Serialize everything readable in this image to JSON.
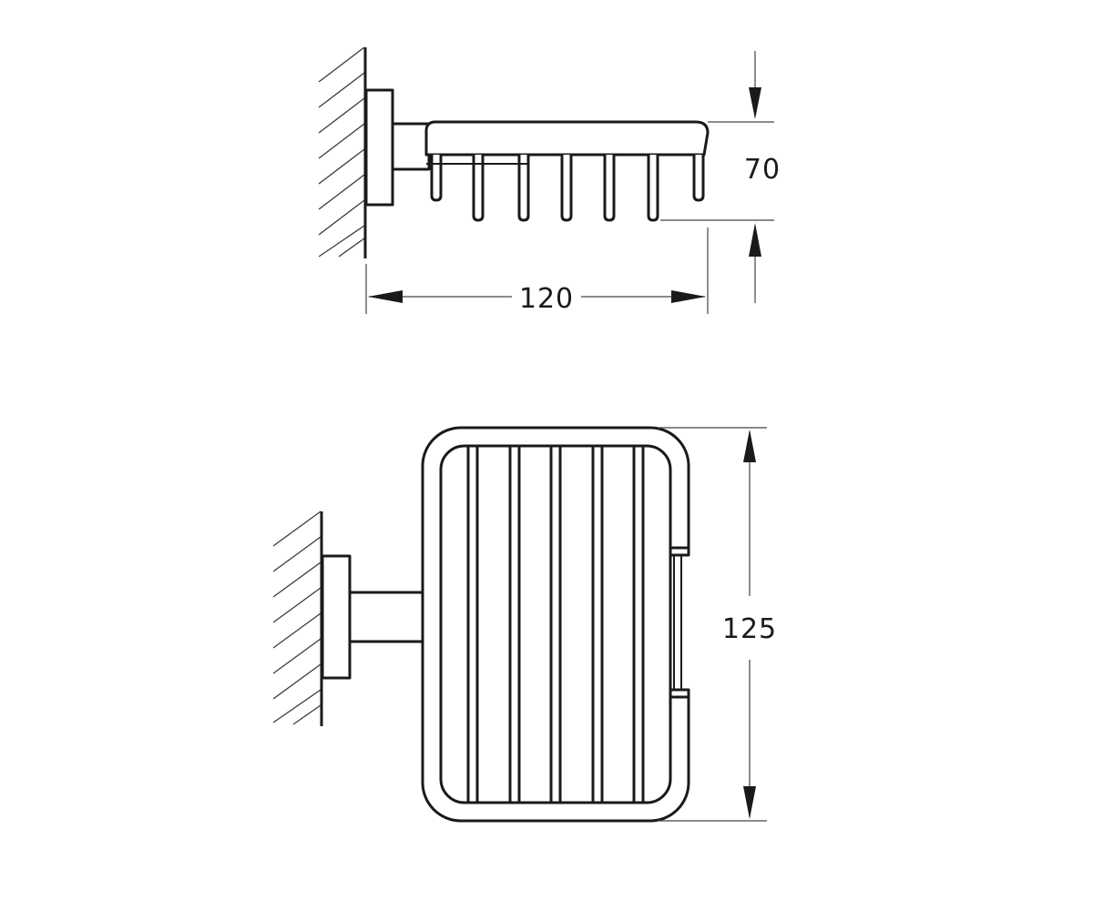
{
  "drawing": {
    "line_color": "#1a1a1a",
    "background": "#ffffff",
    "views": [
      {
        "name": "side-view"
      },
      {
        "name": "top-view"
      }
    ]
  },
  "dimensions": {
    "height": "70",
    "width": "120",
    "depth": "125"
  }
}
